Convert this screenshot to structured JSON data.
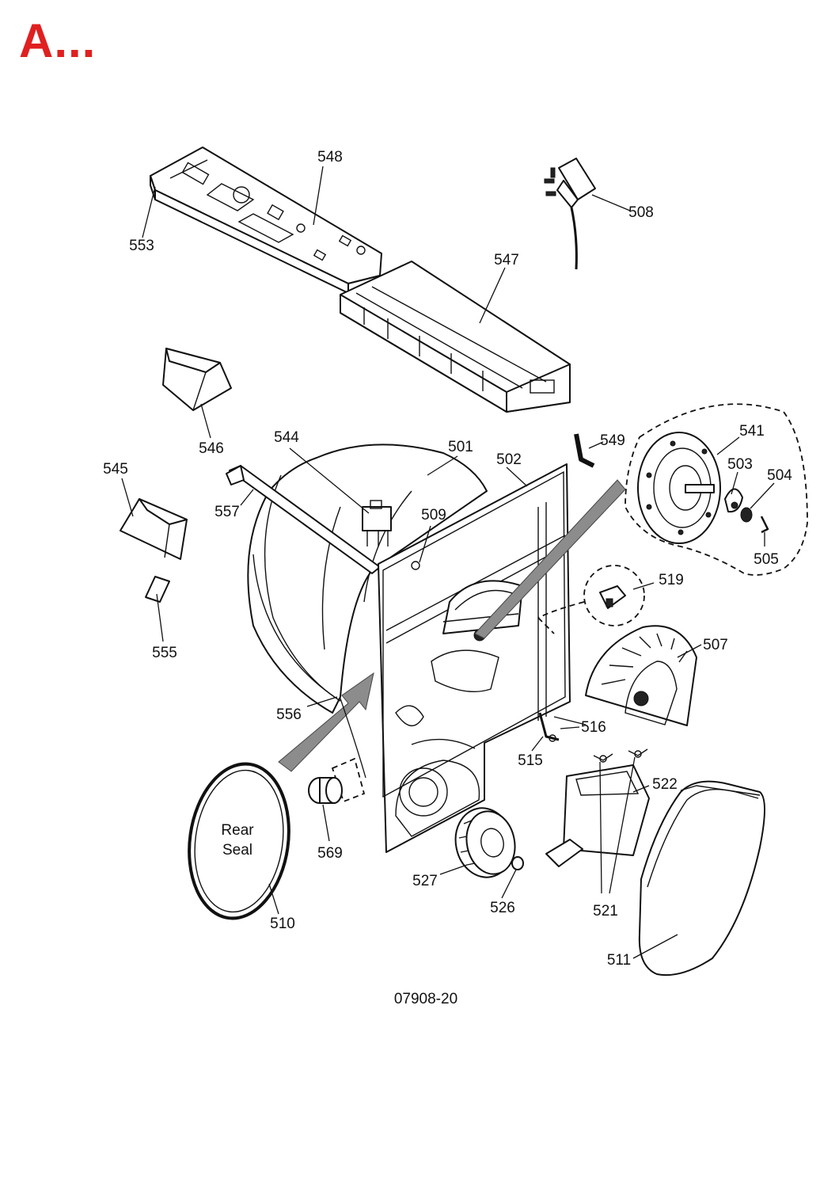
{
  "heading": {
    "text": "A...",
    "color": "#e02020"
  },
  "drawing_number": "07908-20",
  "callouts": [
    {
      "id": "548",
      "text": "548"
    },
    {
      "id": "553",
      "text": "553"
    },
    {
      "id": "508",
      "text": "508"
    },
    {
      "id": "547",
      "text": "547"
    },
    {
      "id": "546",
      "text": "546"
    },
    {
      "id": "549",
      "text": "549"
    },
    {
      "id": "541",
      "text": "541"
    },
    {
      "id": "503",
      "text": "503"
    },
    {
      "id": "504",
      "text": "504"
    },
    {
      "id": "505",
      "text": "505"
    },
    {
      "id": "544",
      "text": "544"
    },
    {
      "id": "501",
      "text": "501"
    },
    {
      "id": "502",
      "text": "502"
    },
    {
      "id": "545",
      "text": "545"
    },
    {
      "id": "557",
      "text": "557"
    },
    {
      "id": "509",
      "text": "509"
    },
    {
      "id": "519",
      "text": "519"
    },
    {
      "id": "555",
      "text": "555"
    },
    {
      "id": "507",
      "text": "507"
    },
    {
      "id": "556",
      "text": "556"
    },
    {
      "id": "516",
      "text": "516"
    },
    {
      "id": "515",
      "text": "515"
    },
    {
      "id": "522",
      "text": "522"
    },
    {
      "id": "569",
      "text": "569"
    },
    {
      "id": "527",
      "text": "527"
    },
    {
      "id": "526",
      "text": "526"
    },
    {
      "id": "521",
      "text": "521"
    },
    {
      "id": "510",
      "text": "510"
    },
    {
      "id": "511",
      "text": "511"
    }
  ],
  "seal_label": {
    "line1": "Rear",
    "line2": "Seal"
  }
}
